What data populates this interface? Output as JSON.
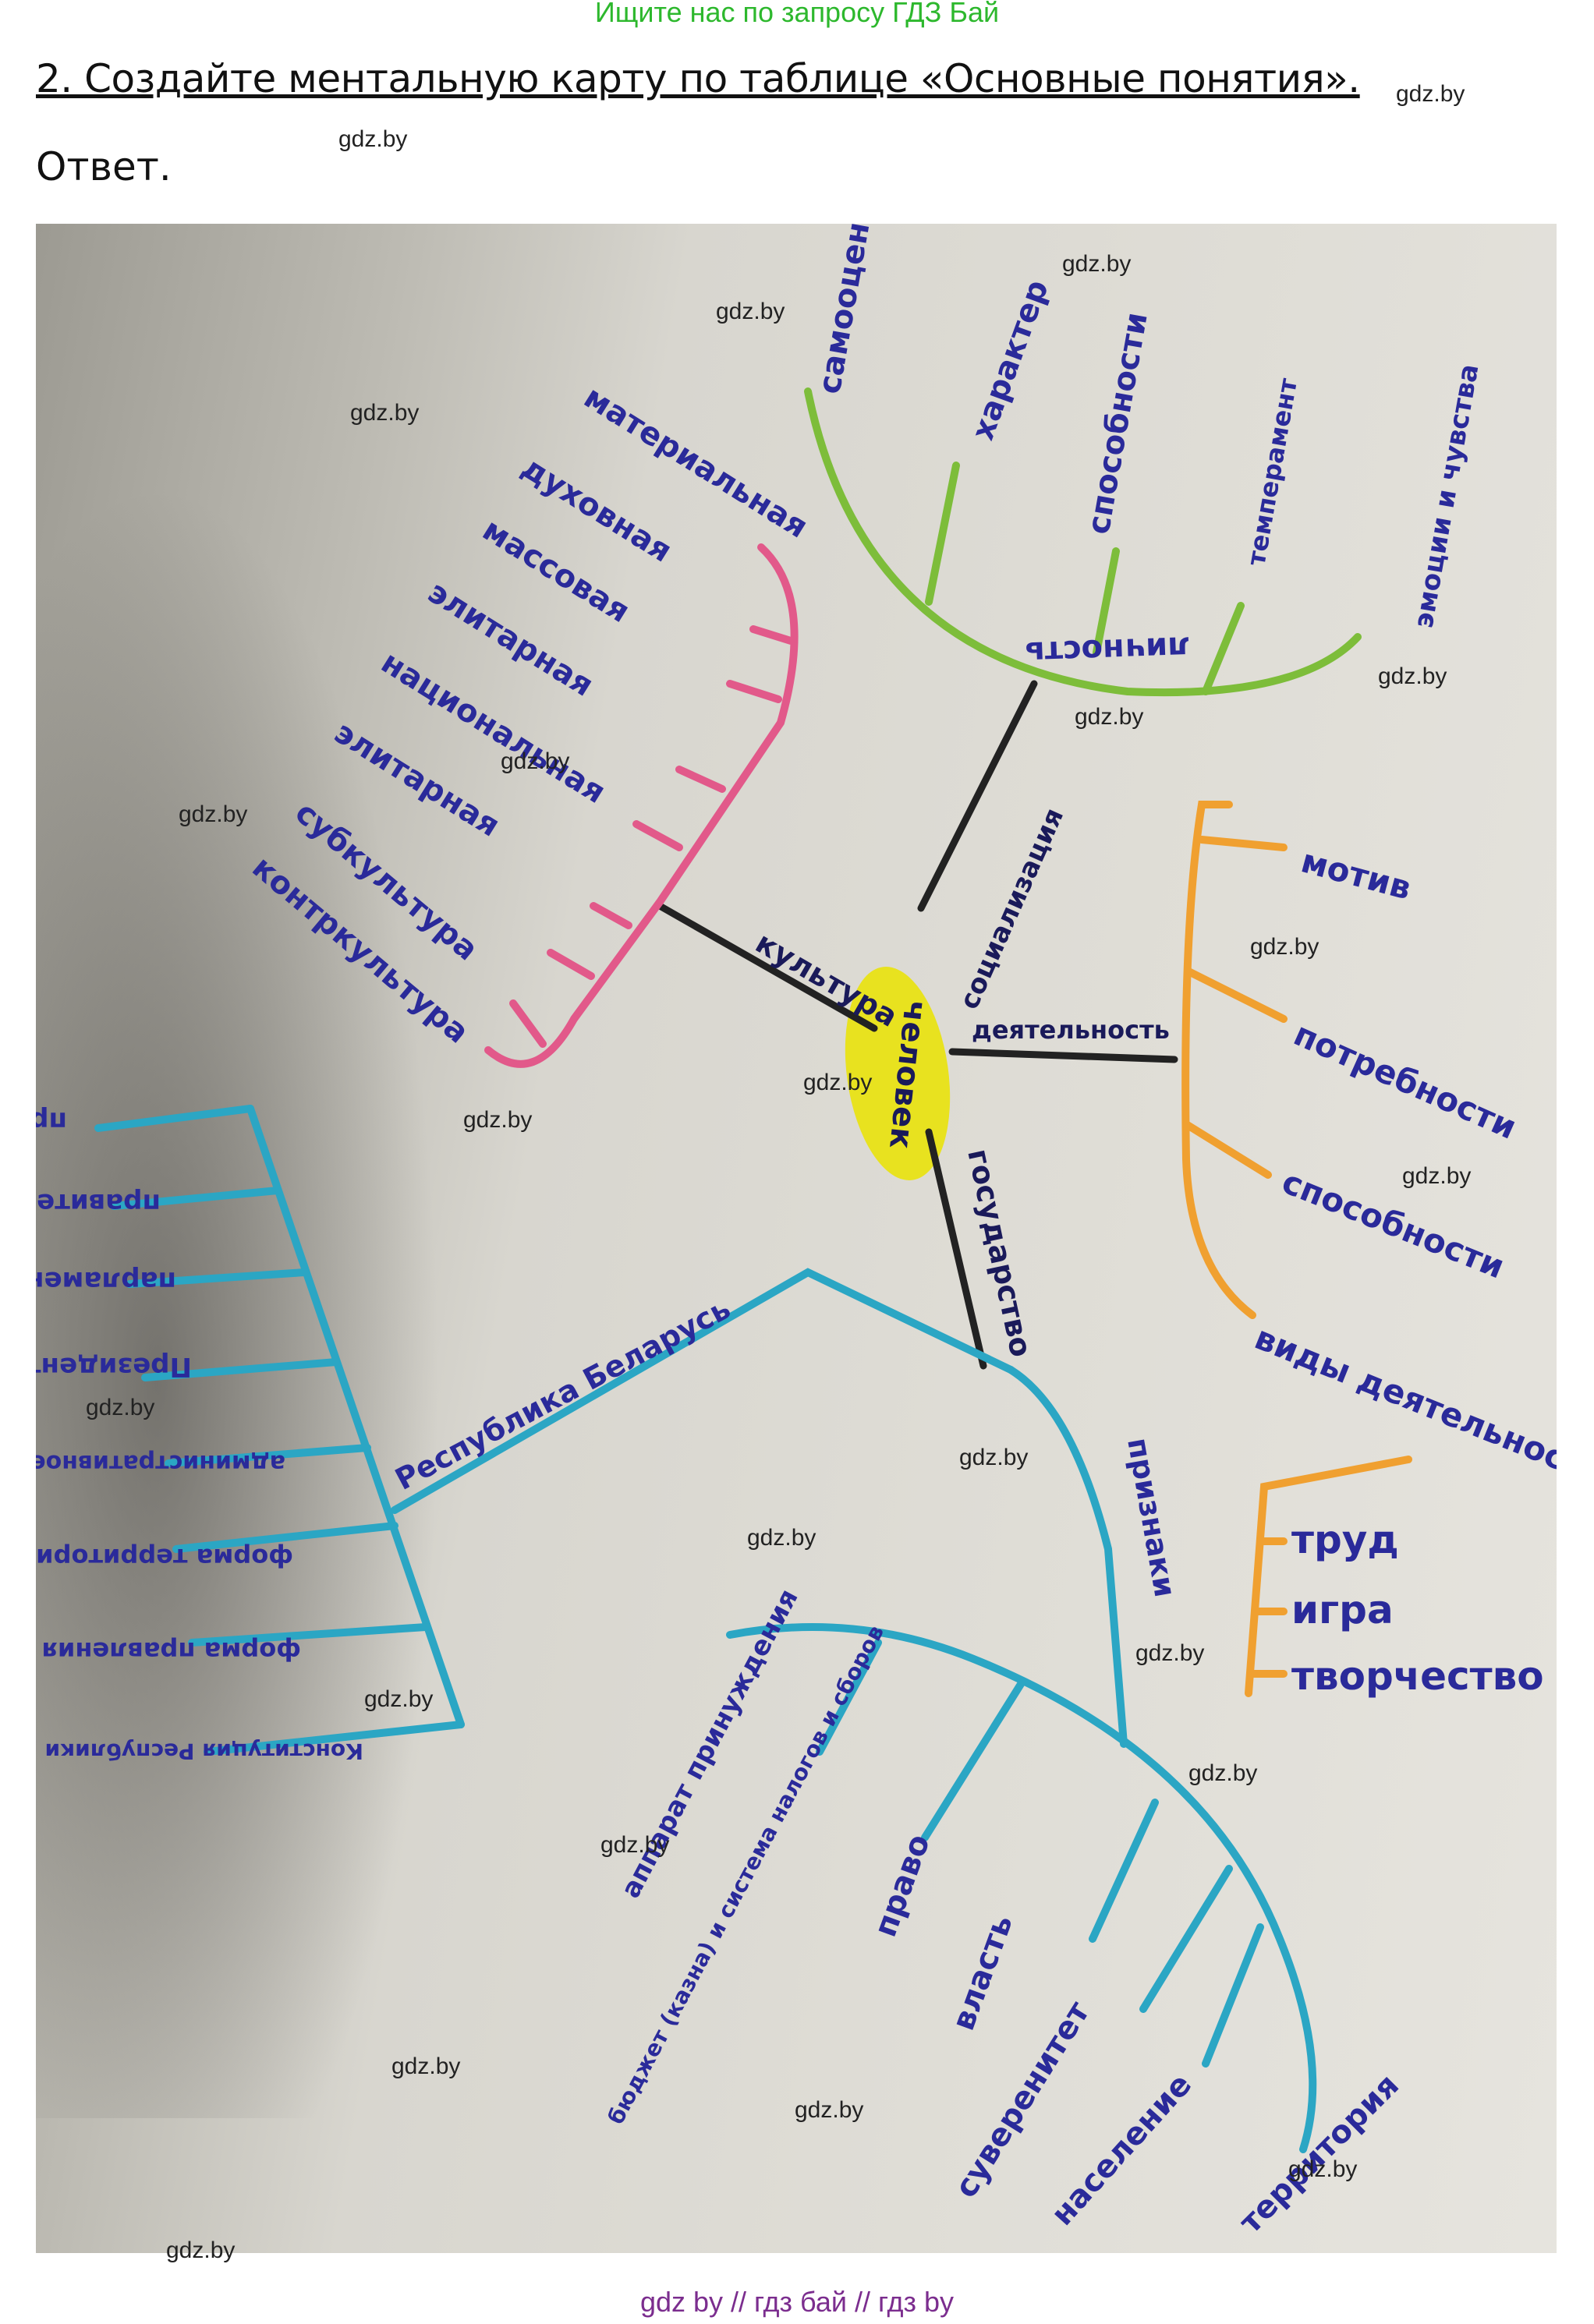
{
  "banner": "Ищите нас по запросу ГДЗ Бай",
  "task_title": "2. Создайте ментальную карту по таблице «Основные понятия».",
  "answer_label": "Ответ.",
  "watermark": "gdz.by",
  "footer": "gdz by  //  гдз бай  //  гдз by",
  "mindmap": {
    "center": "человек",
    "colors": {
      "center": "#e8e21f",
      "culture": "#e2598a",
      "socialization": "#7dbd3a",
      "activity": "#f0a030",
      "state": "#2ba6c4",
      "text": "#2a2a9a"
    },
    "branches": {
      "culture": {
        "label": "культура",
        "items": [
          "материальная",
          "духовная",
          "массовая",
          "элитарная",
          "национальная",
          "элитарная",
          "субкультура",
          "контркультура"
        ]
      },
      "socialization": {
        "label": "социализация",
        "hub": "личность",
        "items": [
          "самооценка",
          "характер",
          "способности",
          "темперамент",
          "эмоции и чувства"
        ]
      },
      "activity": {
        "label": "деятельность",
        "items": [
          "мотив",
          "потребности",
          "способности",
          "виды деятельности"
        ],
        "sub_items": [
          "труд",
          "игра",
          "творчество"
        ]
      },
      "state": {
        "label": "государство",
        "republic": {
          "label": "Республика Беларусь",
          "items": [
            "права и свободы",
            "правительство",
            "парламент",
            "Президент",
            "административное устройство",
            "форма территории",
            "форма правления",
            "Конституция Республики Беларусь"
          ]
        },
        "signs": {
          "label": "признаки",
          "items": [
            "аппарат принуждения",
            "бюджет (казна) и система налогов и сборов",
            "право",
            "власть",
            "суверенитет",
            "население",
            "территория"
          ]
        }
      }
    }
  }
}
